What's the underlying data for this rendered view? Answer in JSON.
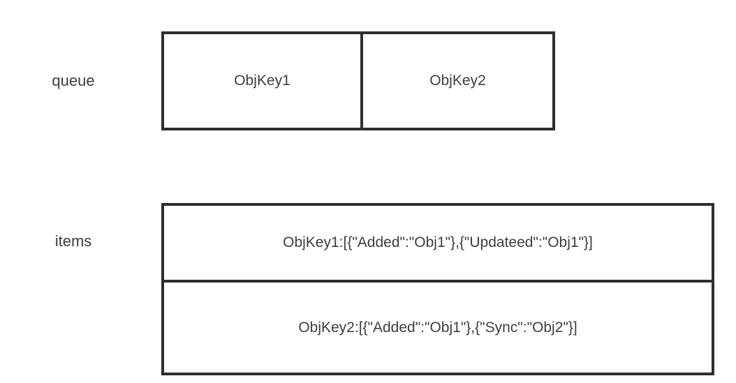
{
  "diagram": {
    "queue": {
      "label": "queue",
      "cells": [
        {
          "text": "ObjKey1"
        },
        {
          "text": "ObjKey2"
        }
      ]
    },
    "items": {
      "label": "items",
      "rows": [
        {
          "text": "ObjKey1:[{\"Added\":\"Obj1\"},{\"Updateed\":\"Obj1\"}]"
        },
        {
          "text": "ObjKey2:[{\"Added\":\"Obj1\"},{\"Sync\":\"Obj2\"}]"
        }
      ]
    },
    "colors": {
      "border": "#2e2e2e",
      "text": "#3d3d3d",
      "background": "#ffffff"
    }
  }
}
